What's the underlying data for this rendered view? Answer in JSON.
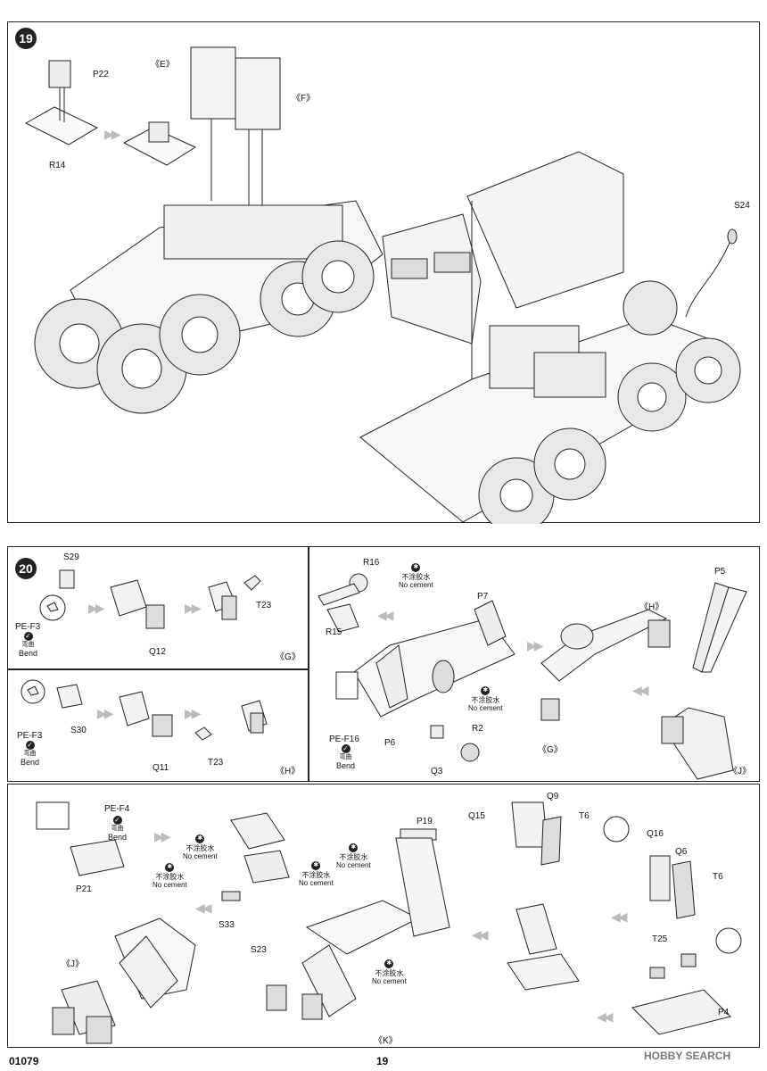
{
  "page": {
    "code": "01079",
    "number": "19",
    "watermark": "HOBBY SEARCH"
  },
  "step19": {
    "number": "19",
    "labels": {
      "p22": "P22",
      "r14": "R14",
      "e": "《E》",
      "f": "《F》",
      "s24": "S24"
    }
  },
  "step20": {
    "number": "20",
    "g": {
      "s29": "S29",
      "pef3": "PE-F3",
      "bend_cn": "弯曲",
      "bend": "Bend",
      "q12": "Q12",
      "t23": "T23",
      "ref": "《G》"
    },
    "h": {
      "pef3": "PE-F3",
      "bend_cn": "弯曲",
      "bend": "Bend",
      "s30": "S30",
      "q11": "Q11",
      "t23": "T23",
      "ref": "《H》"
    },
    "j": {
      "r16": "R16",
      "r15": "R15",
      "p7": "P7",
      "h_ref": "《H》",
      "p5": "P5",
      "nc_cn": "不涂胶水",
      "nc": "No cement",
      "pef16": "PE-F16",
      "bend_cn": "弯曲",
      "bend": "Bend",
      "p6": "P6",
      "r2": "R2",
      "q3": "Q3",
      "g_ref": "《G》",
      "ref": "《J》"
    }
  },
  "step21": {
    "pef4": "PE-F4",
    "bend_cn": "弯曲",
    "bend": "Bend",
    "p21": "P21",
    "j_ref": "《J》",
    "nc_cn": "不涂胶水",
    "nc": "No cement",
    "s33": "S33",
    "s23": "S23",
    "p19": "P19",
    "q15": "Q15",
    "q9": "Q9",
    "t6": "T6",
    "q16": "Q16",
    "q6": "Q6",
    "t6b": "T6",
    "t25": "T25",
    "p4": "P4",
    "ref": "《K》"
  }
}
